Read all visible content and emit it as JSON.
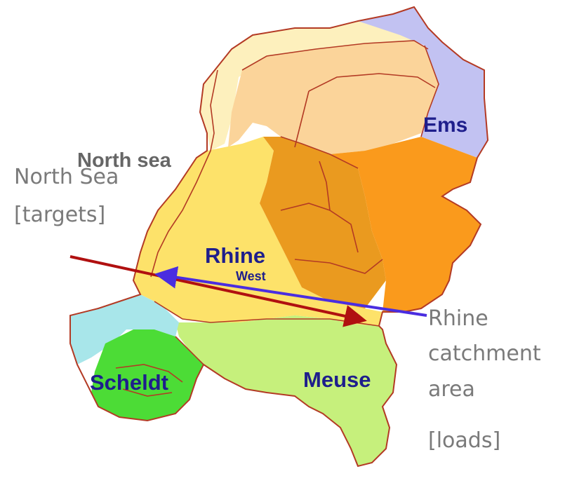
{
  "map": {
    "labels": {
      "north_sea": "North sea",
      "rhine": "Rhine",
      "rhine_west": "West",
      "ems": "Ems",
      "scheldt": "Scheldt",
      "meuse": "Meuse"
    },
    "colors": {
      "sea": "#fdf0bd",
      "north_inner": "#fbd49a",
      "rhine_west": "#fde26a",
      "rhine_central": "#ea9a1f",
      "rhine_east": "#fa9a1c",
      "ems": "#c2c2f2",
      "meuse": "#c6f07c",
      "scheldt": "#4cdc36",
      "south_west": "#a8e6ea",
      "boundary": "#b33a24",
      "label": "#1e1e8c",
      "north_sea_label": "#666666"
    }
  },
  "annotations": {
    "north_sea": [
      "North Sea",
      "[targets]"
    ],
    "rhine_catchment": [
      "Rhine",
      "catchment",
      "area",
      "[loads]"
    ],
    "arrow_loads_color": "#b01010",
    "arrow_targets_color": "#4a2de0"
  }
}
